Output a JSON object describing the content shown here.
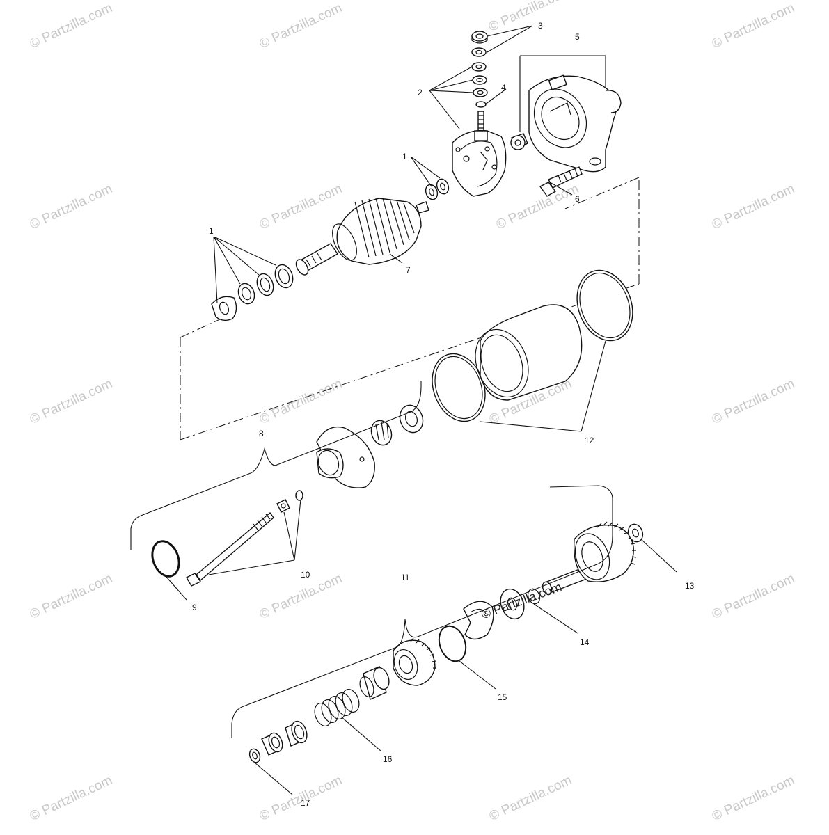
{
  "diagram": {
    "watermark_text": "© Partzilla.com",
    "callouts": [
      {
        "id": "callout-1a",
        "text": "1"
      },
      {
        "id": "callout-1b",
        "text": "1"
      },
      {
        "id": "callout-2",
        "text": "2"
      },
      {
        "id": "callout-3",
        "text": "3"
      },
      {
        "id": "callout-4",
        "text": "4"
      },
      {
        "id": "callout-5",
        "text": "5"
      },
      {
        "id": "callout-6",
        "text": "6"
      },
      {
        "id": "callout-7",
        "text": "7"
      },
      {
        "id": "callout-8",
        "text": "8"
      },
      {
        "id": "callout-9",
        "text": "9"
      },
      {
        "id": "callout-10",
        "text": "10"
      },
      {
        "id": "callout-11",
        "text": "11"
      },
      {
        "id": "callout-12",
        "text": "12"
      },
      {
        "id": "callout-13",
        "text": "13"
      },
      {
        "id": "callout-14",
        "text": "14"
      },
      {
        "id": "callout-15",
        "text": "15"
      },
      {
        "id": "callout-16",
        "text": "16"
      },
      {
        "id": "callout-17",
        "text": "17"
      }
    ]
  }
}
